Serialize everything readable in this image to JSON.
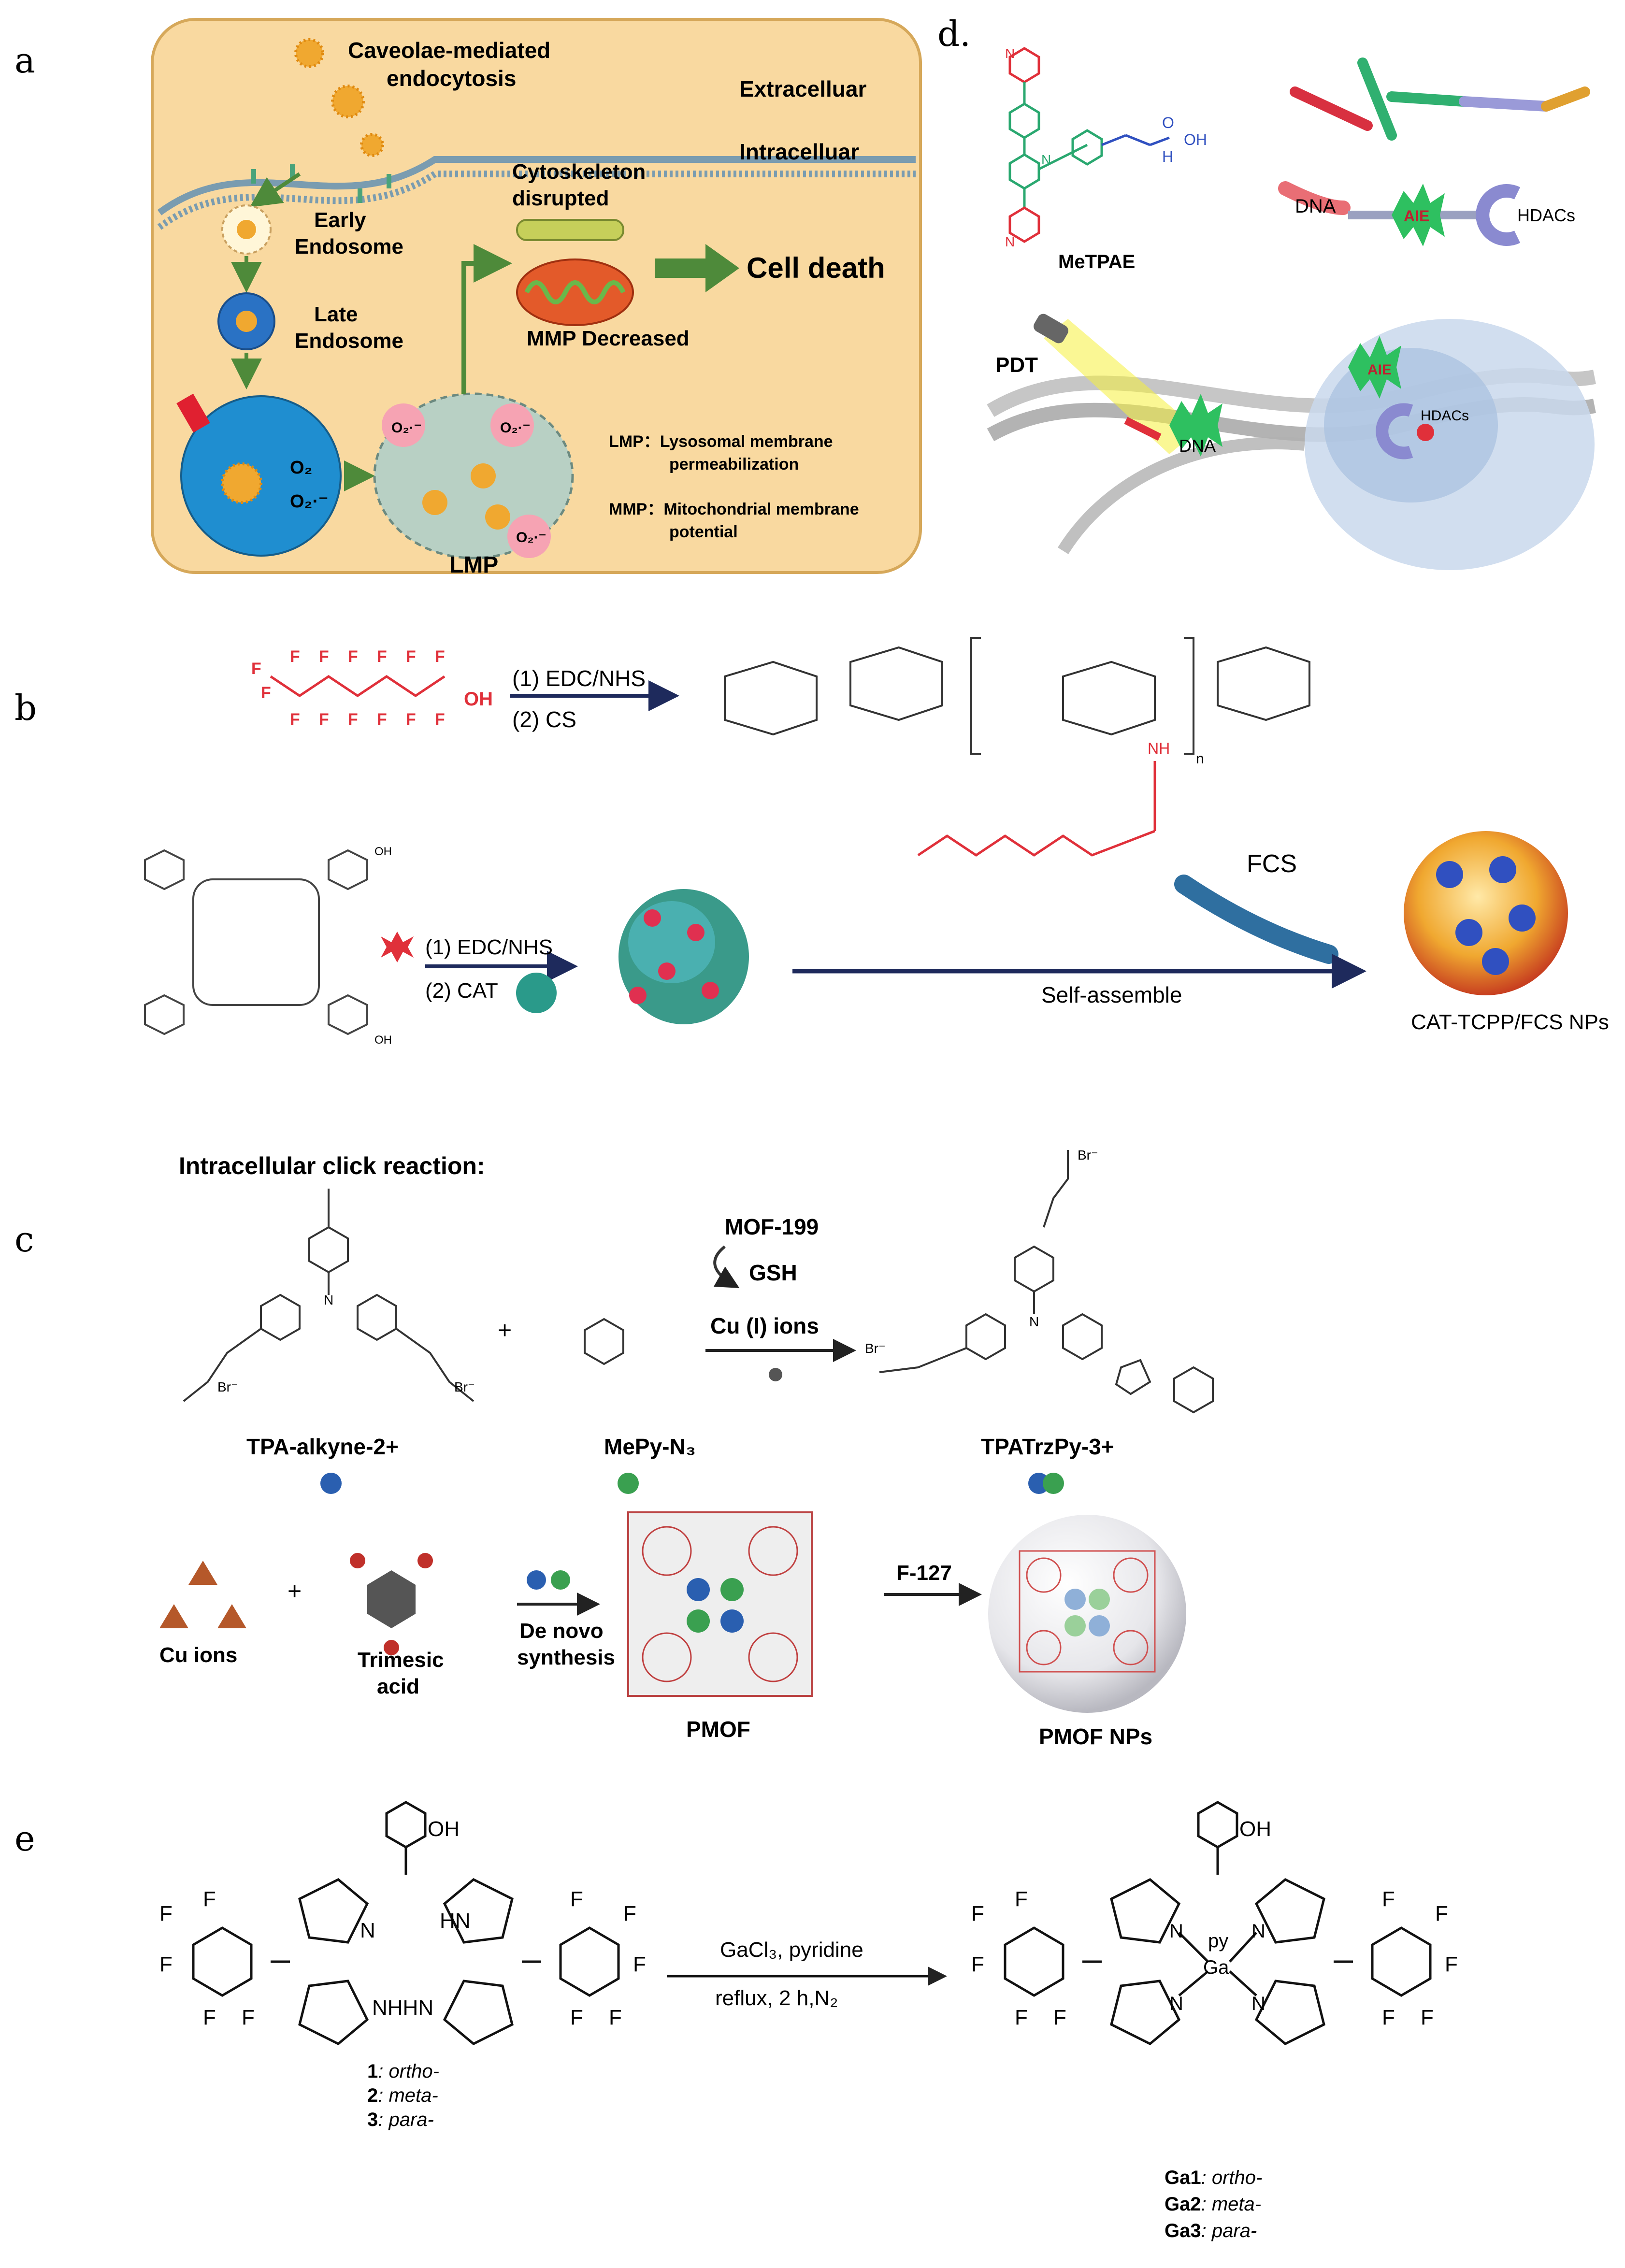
{
  "panels": {
    "a": {
      "letter": "a",
      "caveolae": [
        "Caveolae-mediated",
        "endocytosis"
      ],
      "extracellular": "Extracelluar",
      "intracellular": "Intracelluar",
      "cytoskeleton": [
        "Cytoskeleton",
        "disrupted"
      ],
      "early": [
        "Early",
        "Endosome"
      ],
      "late": [
        "Late",
        "Endosome"
      ],
      "mmp_decreased": "MMP Decreased",
      "cell_death": "Cell death",
      "o2": "O₂",
      "o2_radical": "O₂·⁻",
      "lmp": "LMP",
      "lmp_def": [
        "LMP：Lysosomal membrane",
        "permeabilization"
      ],
      "mmp_def": [
        "MMP：Mitochondrial membrane",
        "potential"
      ]
    },
    "d": {
      "letter": "d.",
      "compound": "MeTPAE",
      "oh": "OH",
      "nh": "H",
      "o": "O",
      "n": "N",
      "dna": "DNA",
      "aie": "AIE",
      "hdacs": "HDACs",
      "pdt": "PDT"
    },
    "b": {
      "letter": "b",
      "step1": "(1) EDC/NHS",
      "step2": "(2) CS",
      "step3": "(1) EDC/NHS",
      "step4": "(2) CAT",
      "oh": "OH",
      "fcs": "FCS",
      "self_assemble": "Self-assemble",
      "product": "CAT-TCPP/FCS NPs",
      "nh": "NH",
      "n": "n"
    },
    "c": {
      "letter": "c",
      "title": "Intracellular click reaction:",
      "mof": "MOF-199",
      "gsh": "GSH",
      "cu": "Cu (I) ions",
      "tpa": "TPA-alkyne-2+",
      "mepy": "MePy-N₃",
      "tpatrz": "TPATrzPy-3+",
      "br": "Br⁻",
      "plus": "+",
      "cu_ions": "Cu ions",
      "trimesic": [
        "Trimesic",
        "acid"
      ],
      "denovo": [
        "De novo",
        "synthesis"
      ],
      "pmof": "PMOF",
      "f127": "F-127",
      "pmof_nps": "PMOF NPs"
    },
    "e": {
      "letter": "e",
      "reagent": "GaCl₃, pyridine",
      "conditions": "reflux, 2 h,N₂",
      "oh": "OH",
      "f": "F",
      "n": "N",
      "hn": "HN",
      "nhhn": "NHHN",
      "py": "py",
      "ga": "Ga",
      "left_items": [
        {
          "num": "1",
          "isomer": ": ortho-"
        },
        {
          "num": "2",
          "isomer": ": meta-"
        },
        {
          "num": "3",
          "isomer": ": para-"
        }
      ],
      "right_items": [
        {
          "num": "Ga1",
          "isomer": ": ortho-"
        },
        {
          "num": "Ga2",
          "isomer": ": meta-"
        },
        {
          "num": "Ga3",
          "isomer": ": para-"
        }
      ]
    }
  },
  "colors": {
    "cell_bg": "#f9d9a0",
    "arrow_green": "#4e8a3a",
    "nanoparticle_blue": "#2a72c4",
    "fluoro_red": "#e0303a",
    "arrow_navy": "#1e2a5c",
    "ros_pink": "#f6a3b3"
  }
}
